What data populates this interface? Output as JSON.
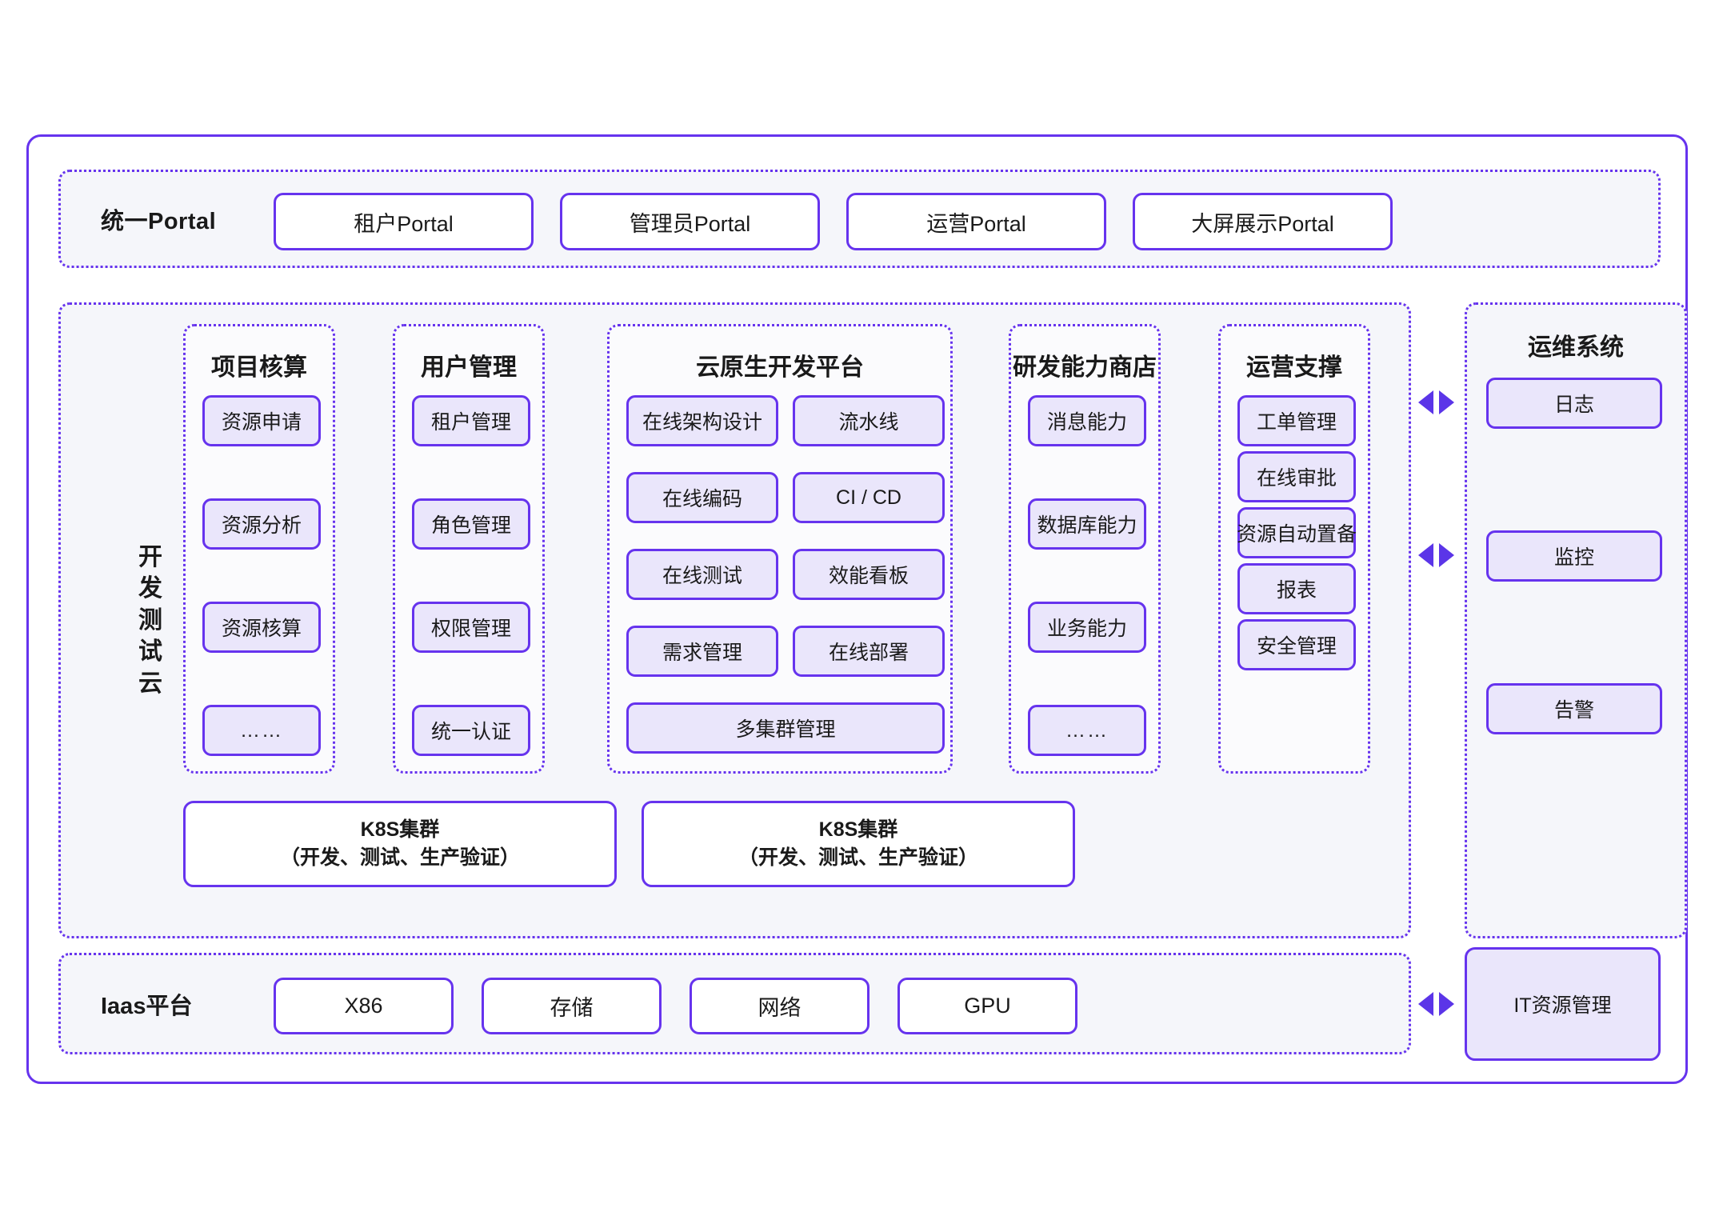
{
  "portal": {
    "label": "统一Portal",
    "buttons": [
      {
        "label": "租户Portal"
      },
      {
        "label": "管理员Portal"
      },
      {
        "label": "运营Portal"
      },
      {
        "label": "大屏展示Portal"
      }
    ]
  },
  "devtest": {
    "label_chars": "开发测试云",
    "groups": [
      {
        "title": "项目核算",
        "cells": [
          "资源申请",
          "资源分析",
          "资源核算",
          "……"
        ]
      },
      {
        "title": "用户管理",
        "cells": [
          "租户管理",
          "角色管理",
          "权限管理",
          "统一认证"
        ]
      },
      {
        "title": "云原生开发平台",
        "cells_left": [
          "在线架构设计",
          "在线编码",
          "在线测试",
          "需求管理"
        ],
        "cells_right": [
          "流水线",
          "CI / CD",
          "效能看板",
          "在线部署"
        ],
        "cell_wide": "多集群管理"
      },
      {
        "title": "研发能力商店",
        "cells": [
          "消息能力",
          "数据库能力",
          "业务能力",
          "……"
        ]
      },
      {
        "title": "运营支撑",
        "cells": [
          "工单管理",
          "在线审批",
          "资源自动置备",
          "报表",
          "安全管理"
        ]
      }
    ],
    "k8s": [
      {
        "line1": "K8S集群",
        "line2": "（开发、测试、生产验证）"
      },
      {
        "line1": "K8S集群",
        "line2": "（开发、测试、生产验证）"
      }
    ]
  },
  "ops": {
    "title": "运维系统",
    "cells": [
      "日志",
      "监控",
      "告警"
    ]
  },
  "iaas": {
    "label": "Iaas平台",
    "buttons": [
      "X86",
      "存储",
      "网络",
      "GPU"
    ],
    "it_resource": "IT资源管理"
  },
  "colors": {
    "accent": "#6633ee",
    "arrow": "#5b35e8",
    "cell_fill": "#eae6fb",
    "band_fill": "#f5f6fa",
    "group_fill": "#fbfbfd"
  }
}
